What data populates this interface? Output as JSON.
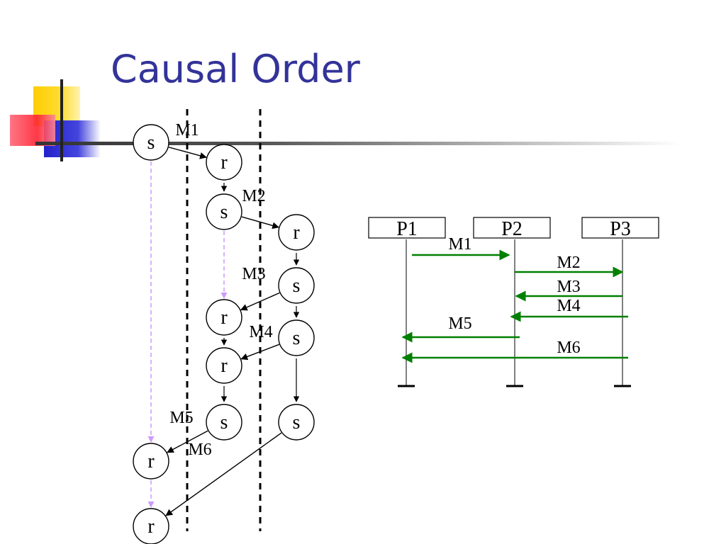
{
  "title": "Causal Order",
  "colors": {
    "title": "#333399",
    "message_arrow": "#000000",
    "causal_dashed": "#cc99ff",
    "cut_line": "#000000",
    "timeline_arrow": "#008000"
  },
  "left_diagram": {
    "processes": [
      {
        "events": [
          {
            "kind": "s",
            "label": "s"
          },
          {
            "kind": "r",
            "label": "r"
          },
          {
            "kind": "r",
            "label": "r"
          }
        ]
      },
      {
        "events": [
          {
            "kind": "r",
            "label": "r"
          },
          {
            "kind": "s",
            "label": "s"
          },
          {
            "kind": "r",
            "label": "r"
          },
          {
            "kind": "r",
            "label": "r"
          },
          {
            "kind": "s",
            "label": "s"
          }
        ]
      },
      {
        "events": [
          {
            "kind": "r",
            "label": "r"
          },
          {
            "kind": "s",
            "label": "s"
          },
          {
            "kind": "s",
            "label": "s"
          },
          {
            "kind": "s",
            "label": "s"
          }
        ]
      }
    ],
    "messages": [
      {
        "label": "M1",
        "from": [
          0,
          0
        ],
        "to": [
          1,
          0
        ]
      },
      {
        "label": "M2",
        "from": [
          1,
          1
        ],
        "to": [
          2,
          0
        ]
      },
      {
        "label": "M3",
        "from": [
          2,
          1
        ],
        "to": [
          1,
          2
        ]
      },
      {
        "label": "M4",
        "from": [
          2,
          2
        ],
        "to": [
          1,
          3
        ]
      },
      {
        "label": "M5",
        "from": [
          1,
          4
        ],
        "to": [
          0,
          1
        ]
      },
      {
        "label": "M6",
        "from": [
          2,
          3
        ],
        "to": [
          0,
          2
        ]
      }
    ],
    "causal_links": [
      {
        "from": [
          0,
          0
        ],
        "to": [
          0,
          1
        ]
      },
      {
        "from": [
          0,
          1
        ],
        "to": [
          0,
          2
        ]
      },
      {
        "from": [
          1,
          1
        ],
        "to": [
          1,
          2
        ]
      }
    ]
  },
  "timeline_diagram": {
    "processes": [
      "P1",
      "P2",
      "P3"
    ],
    "messages": [
      {
        "label": "M1",
        "from": "P1",
        "to": "P2"
      },
      {
        "label": "M2",
        "from": "P2",
        "to": "P3"
      },
      {
        "label": "M3",
        "from": "P3",
        "to": "P2"
      },
      {
        "label": "M4",
        "from": "P3",
        "to": "P2"
      },
      {
        "label": "M5",
        "from": "P2",
        "to": "P1"
      },
      {
        "label": "M6",
        "from": "P3",
        "to": "P1"
      }
    ]
  }
}
